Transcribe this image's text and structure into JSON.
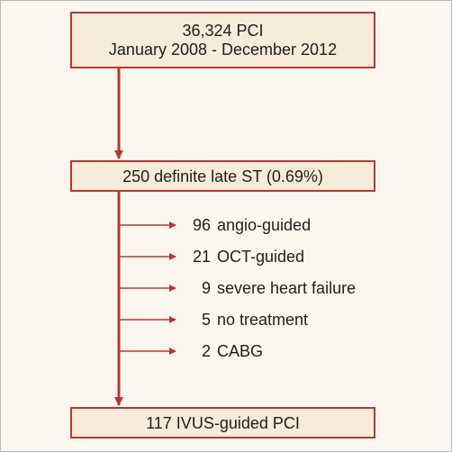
{
  "boxes": {
    "top_line1": "36,324 PCI",
    "top_line2": "January 2008 - December 2012",
    "middle": "250 definite late ST (0.69%)",
    "bottom": "117 IVUS-guided PCI"
  },
  "exclusions": [
    {
      "count": "96",
      "label": "angio-guided"
    },
    {
      "count": "21",
      "label": "OCT-guided"
    },
    {
      "count": "9",
      "label": "severe heart failure"
    },
    {
      "count": "5",
      "label": "no treatment"
    },
    {
      "count": "2",
      "label": "CABG"
    }
  ],
  "colors": {
    "accent": "#b73737",
    "box_fill": "#f7ecd9",
    "background": "#fbf7ef"
  }
}
